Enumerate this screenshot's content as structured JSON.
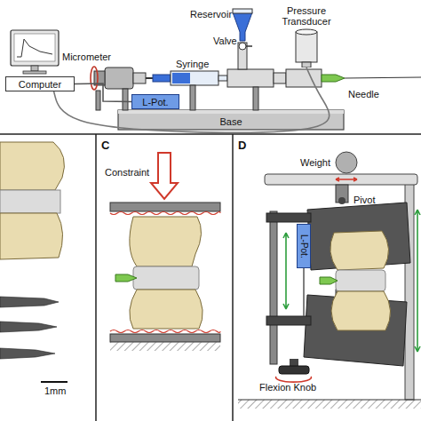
{
  "diagram": {
    "nodes": [
      {
        "text": [
          "Computer"
        ]
      },
      {
        "text": [
          "L-Pot."
        ]
      },
      {
        "text": [
          "Pressure Transducer"
        ]
      },
      {
        "text": [
          "Base"
        ]
      },
      {
        "text": [
          "L-Pot."
        ]
      }
    ],
    "edges": [
      {
        "from": 0,
        "to": 1,
        "arrow": "none"
      },
      {
        "from": 0,
        "to": 2,
        "arrow": "none"
      }
    ],
    "labels": [
      "Micrometer",
      "Syringe",
      "Reservoir",
      "Valve",
      "Needle",
      "1mm",
      "C",
      "Constraint",
      "D",
      "Weight",
      "Pivot",
      "Flexion Knob"
    ]
  }
}
